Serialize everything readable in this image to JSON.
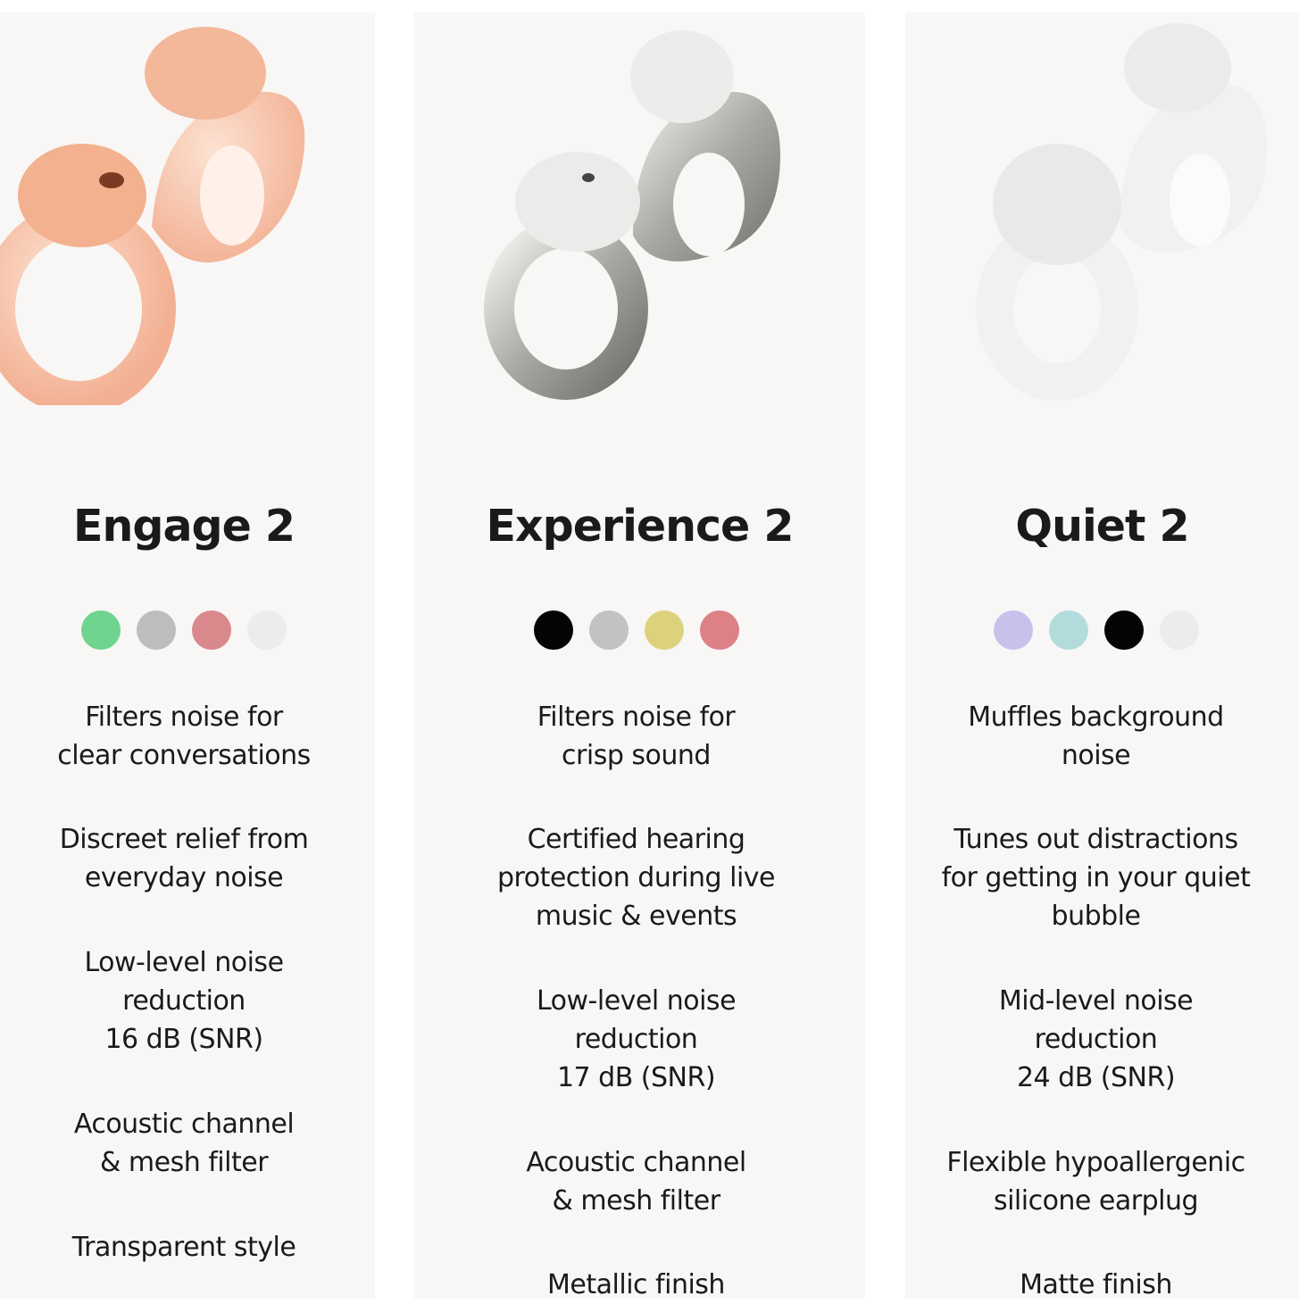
{
  "products": [
    {
      "name": "Engage 2",
      "swatches": [
        "#6fd58e",
        "#bdbdbd",
        "#d9888c",
        "#ececec"
      ],
      "features": [
        "Filters noise for\nclear conversations",
        "Discreet relief from\neveryday noise",
        "Low-level noise\nreduction\n16 dB (SNR)",
        "Acoustic channel\n& mesh filter",
        "Transparent style"
      ]
    },
    {
      "name": "Experience 2",
      "swatches": [
        "#050505",
        "#c2c2c2",
        "#ddd27c",
        "#dc8187"
      ],
      "features": [
        "Filters noise for\ncrisp sound",
        "Certified hearing\nprotection during live\nmusic & events",
        "Low-level noise\nreduction\n17 dB (SNR)",
        "Acoustic channel\n& mesh filter",
        "Metallic finish"
      ]
    },
    {
      "name": "Quiet 2",
      "swatches": [
        "#c9c0ec",
        "#b2dcdc",
        "#050505",
        "#ececec"
      ],
      "features": [
        "Muffles background\nnoise",
        "Tunes out distractions\nfor getting in your quiet\nbubble",
        "Mid-level noise\nreduction\n24 dB (SNR)",
        "Flexible hypoallergenic\nsilicone earplug",
        "Matte finish"
      ]
    }
  ]
}
